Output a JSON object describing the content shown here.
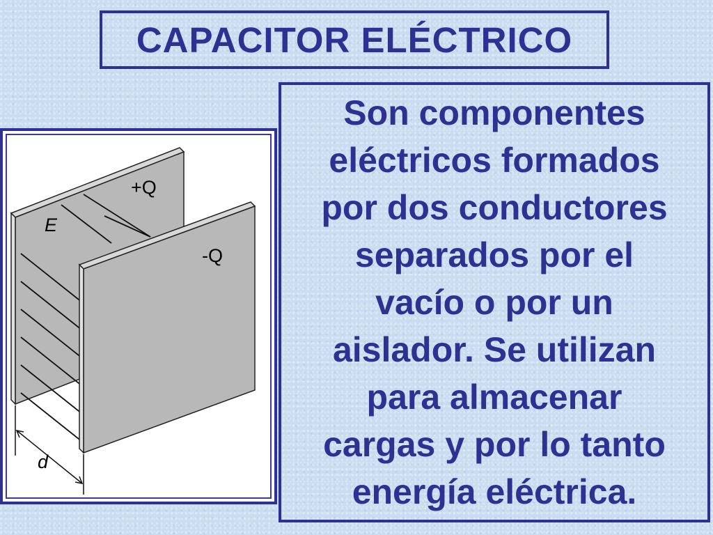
{
  "title": "CAPACITOR ELÉCTRICO",
  "description": "Son componentes\neléctricos   formados\npor dos conductores\nseparados por el\nvacío o por un\naislador. Se utilizan\npara almacenar\ncargas y por lo tanto\nenergía eléctrica.",
  "figure": {
    "label_positive_charge": "+Q",
    "label_negative_charge": "-Q",
    "label_field": "E",
    "label_distance": "d"
  },
  "colors": {
    "accent": "#2e3192",
    "plate_face": "#b8b8b8",
    "plate_edge": "#d8d8d8",
    "background": "#c9dcf0"
  }
}
